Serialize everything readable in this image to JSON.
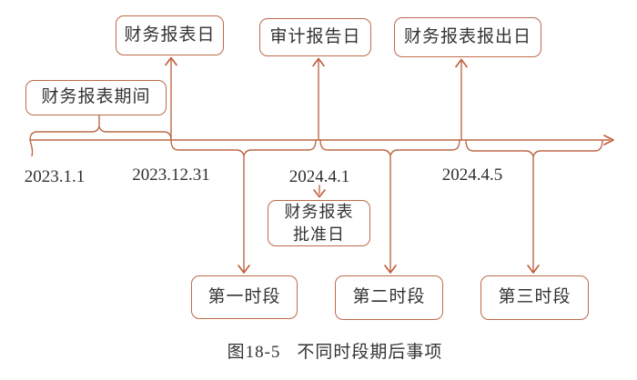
{
  "colors": {
    "line": "#bd6a4a",
    "arrow": "#c05a35",
    "text": "#333333",
    "datetext": "#2f2f2f"
  },
  "boxes": {
    "statement_date": "财务报表日",
    "audit_report_date": "审计报告日",
    "statement_issue_date": "财务报表报出日",
    "statement_period": "财务报表期间",
    "approval_line1": "财务报表",
    "approval_line2": "批准日",
    "segment1": "第一时段",
    "segment2": "第二时段",
    "segment3": "第三时段"
  },
  "dates": {
    "period_start": "2023.1.1",
    "period_end": "2023.12.31",
    "audit_date": "2024.4.1",
    "issue_date": "2024.4.5"
  },
  "caption": {
    "number": "图18-5",
    "title": "不同时段期后事项"
  }
}
